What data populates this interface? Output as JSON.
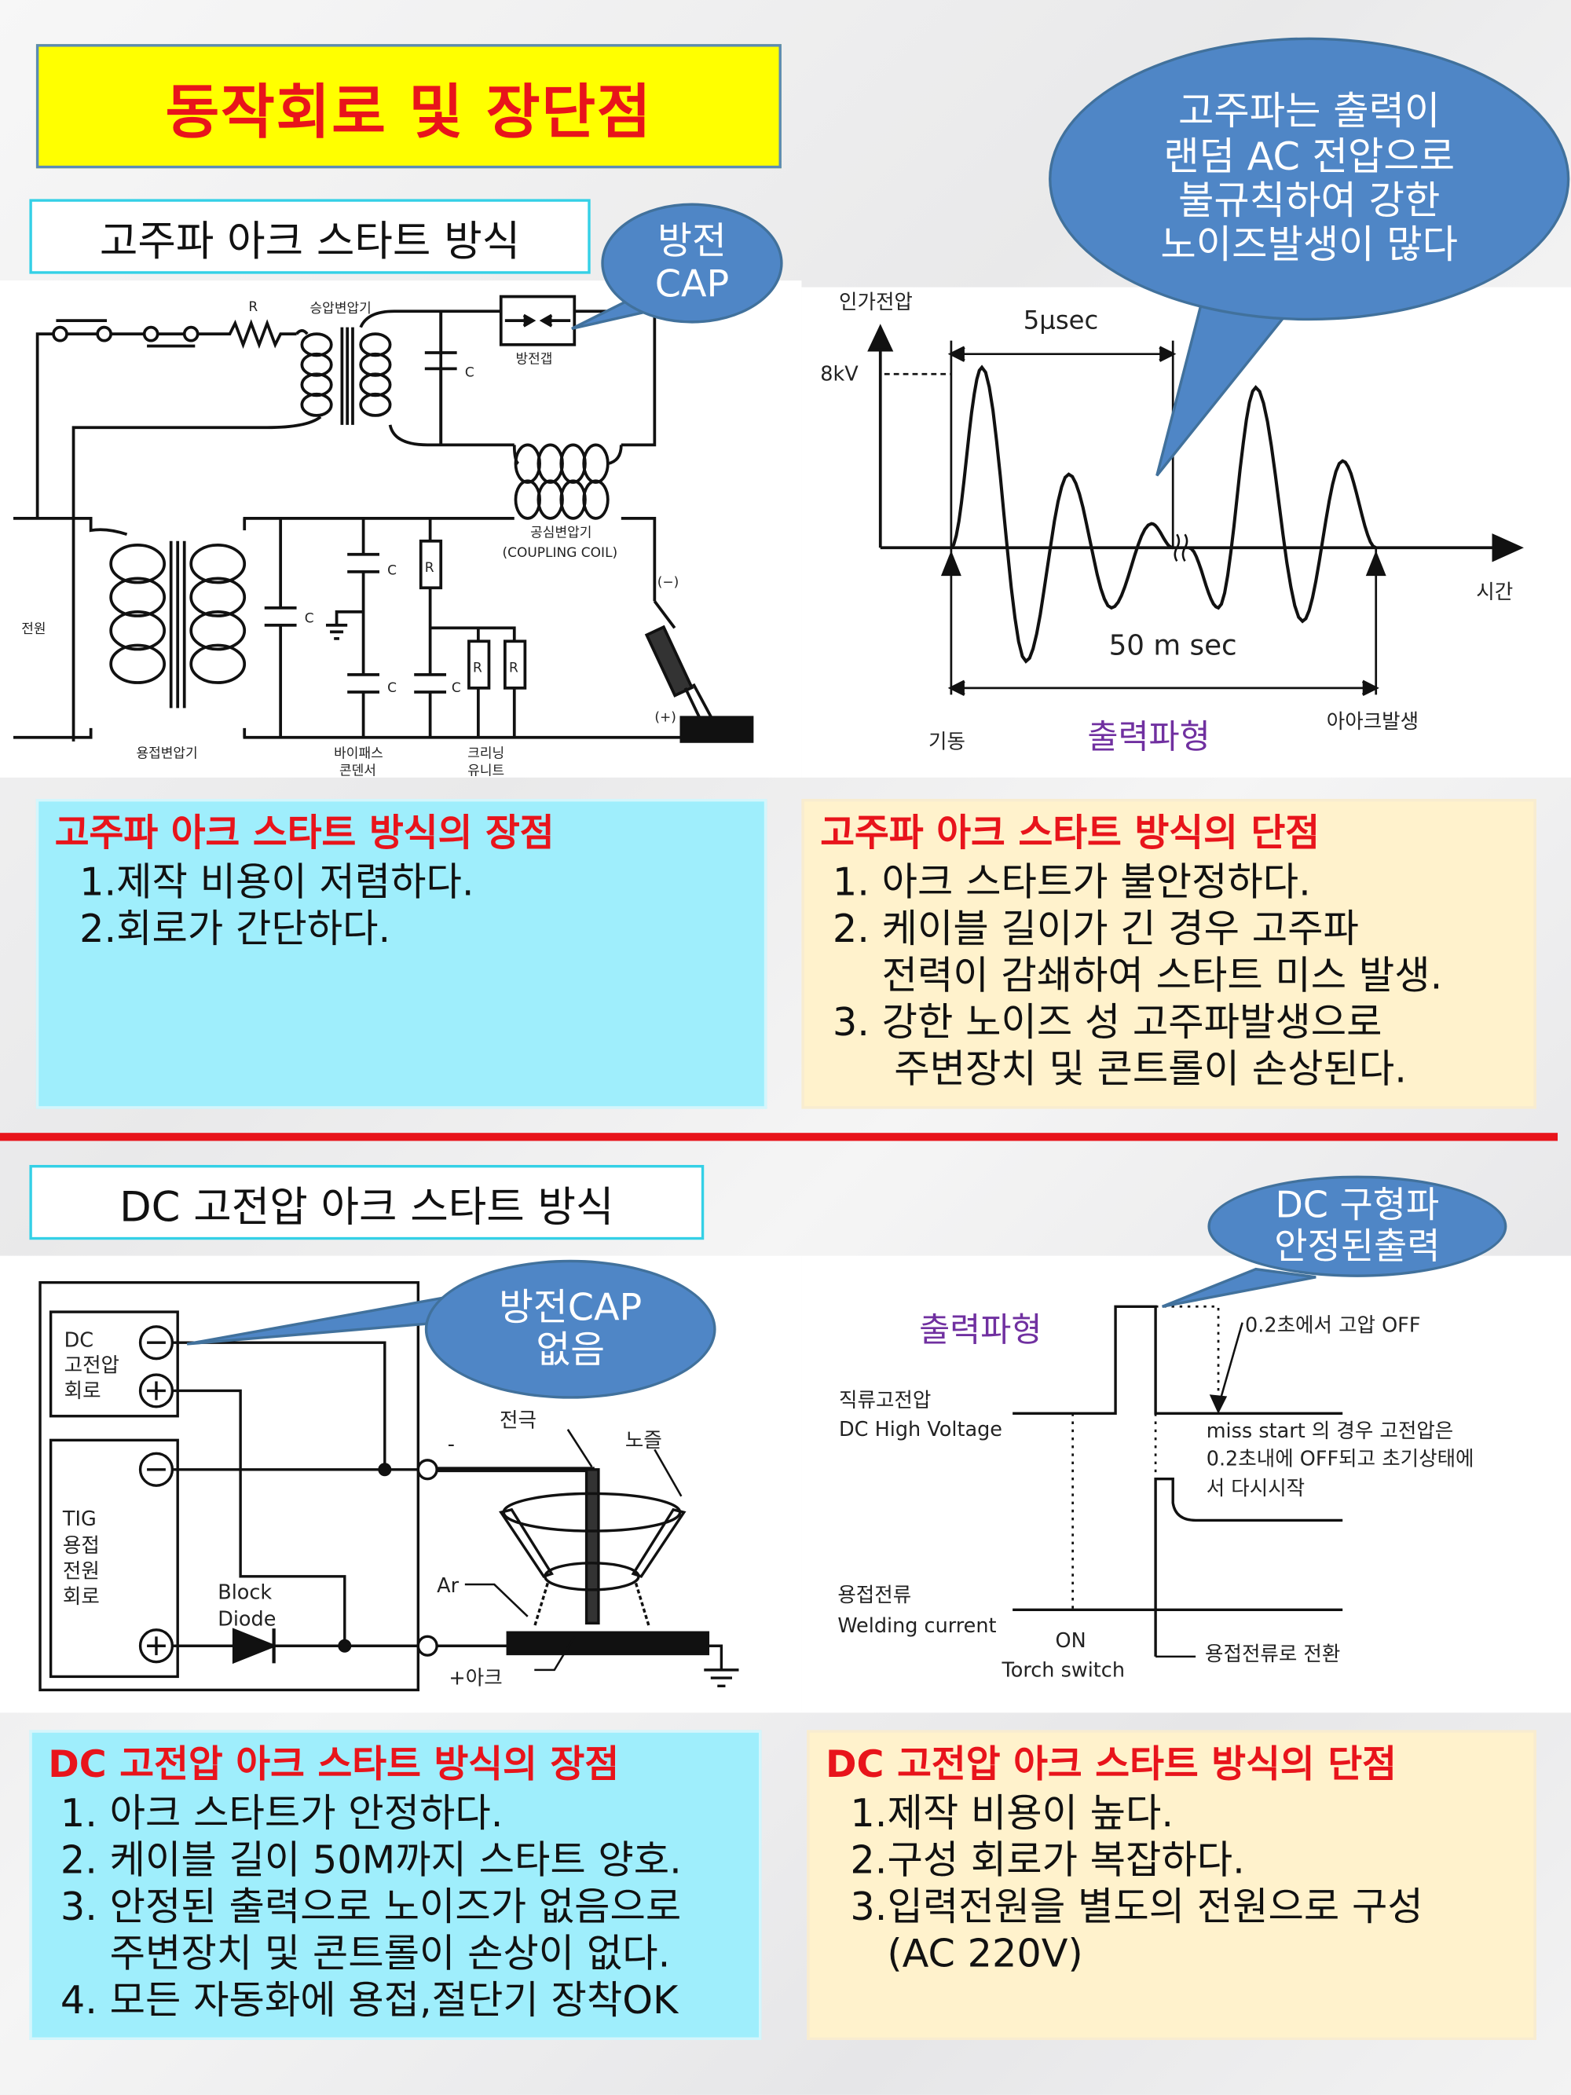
{
  "title": "동작회로 및 장단점",
  "hf": {
    "subtitle": "고주파 아크 스타트 방식",
    "bubble_cap": [
      "방전",
      "CAP"
    ],
    "bubble_noise": [
      "고주파는 출력이",
      "랜덤 AC 전압으로",
      "불규칙하여 강한",
      "노이즈발생이 많다"
    ],
    "circuit": {
      "r_label": "R",
      "step_up_transformer": "승압변압기",
      "spark_gap": "방전갭",
      "c_label": "C",
      "coupling_ko": "공심변압기",
      "coupling_en": "(COUPLING COIL)",
      "minus": "(−)",
      "plus": "(+)",
      "power": "전원",
      "welding_transformer": "용접변압기",
      "bypass": [
        "바이패스",
        "콘덴서"
      ],
      "cleaning": [
        "크리닝",
        "유니트"
      ]
    },
    "waveform": {
      "y_label": "인가전압",
      "peak_voltage": "8kV",
      "x_label": "시간",
      "period_label": "5μsec",
      "duration_label": "50 m sec",
      "start_label": "기동",
      "arc_label": "아아크발생",
      "caption": "출력파형"
    },
    "pros": {
      "heading": "고주파 아크 스타트 방식의 장점",
      "items": [
        "  1.제작 비용이 저렴하다.",
        "  2.회로가 간단하다."
      ]
    },
    "cons": {
      "heading": "고주파 아크 스타트 방식의 단점",
      "items": [
        " 1. 아크 스타트가 불안정하다.",
        " 2. 케이블 길이가 긴 경우 고주파",
        "     전력이 감쇄하여 스타트 미스 발생.",
        " 3. 강한 노이즈 성 고주파발생으로",
        "      주변장치 및 콘트롤이 손상된다."
      ]
    }
  },
  "dc": {
    "subtitle": "DC 고전압 아크 스타트 방식",
    "bubble_cap": [
      "방전CAP",
      "없음"
    ],
    "bubble_square": [
      "DC 구형파",
      "안정된출력"
    ],
    "circuit": {
      "dc_box": [
        "DC",
        "고전압",
        "회로"
      ],
      "tig_box": [
        "TIG",
        "용접",
        "전원",
        "회로"
      ],
      "minus_sym": "−",
      "plus_sym": "+",
      "block_diode": [
        "Block",
        "Diode"
      ],
      "electrode": "전극",
      "nozzle": "노즐",
      "ar": "Ar",
      "arc": "+아크",
      "minus_terminal": "-"
    },
    "waveform": {
      "caption": "출력파형",
      "off_note": "0.2초에서 고압 OFF",
      "dc_hv": [
        "직류고전압",
        "DC High Voltage"
      ],
      "miss_note": [
        "miss start 의 경우 고전압은",
        "0.2초내에 OFF되고 초기상태에",
        "서 다시시작"
      ],
      "welding_current": [
        "용접전류",
        "Welding current"
      ],
      "on": "ON",
      "torch_switch": "Torch switch",
      "switch_note": "용접전류로 전환"
    },
    "pros": {
      "heading": "DC 고전압 아크 스타트 방식의 장점",
      "items": [
        " 1. 아크 스타트가 안정하다.",
        " 2. 케이블 길이 50M까지 스타트 양호.",
        " 3. 안정된 출력으로 노이즈가 없음으로",
        "     주변장치 및 콘트롤이 손상이 없다.",
        " 4. 모든 자동화에 용접,절단기 장착OK"
      ]
    },
    "cons": {
      "heading": "DC 고전압 아크 스타트 방식의 단점",
      "items": [
        "  1.제작 비용이 높다.",
        "  2.구성 회로가 복잡하다.",
        "  3.입력전원을 별도의 전원으로 구성",
        "     (AC 220V)"
      ]
    }
  },
  "colors": {
    "title_bg": "#ffff00",
    "title_text": "#e8141b",
    "bubble": "#4f86c6",
    "pros_bg": "#9feefc",
    "cons_bg": "#fff2cc",
    "caption": "#7030a0",
    "divider": "#e8141b"
  }
}
